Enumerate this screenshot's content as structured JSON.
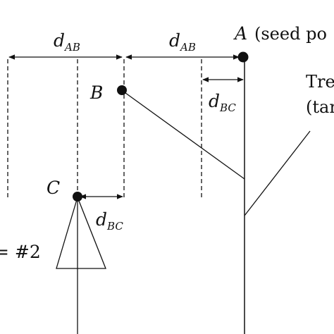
{
  "labels": {
    "a_point": "A",
    "a_note": "(seed po",
    "b_point": "B",
    "c_point": "C",
    "tree_line1": "Tre",
    "tree_line2": "(tar",
    "number_label": "= #2"
  },
  "dimensions": {
    "d_ab_left": {
      "base": "d",
      "sub": "AB"
    },
    "d_ab_right": {
      "base": "d",
      "sub": "AB"
    },
    "d_bc_top": {
      "base": "d",
      "sub": "BC"
    },
    "d_bc_bottom": {
      "base": "d",
      "sub": "BC"
    }
  },
  "colors": {
    "stroke": "#111111",
    "background": "#ffffff"
  }
}
